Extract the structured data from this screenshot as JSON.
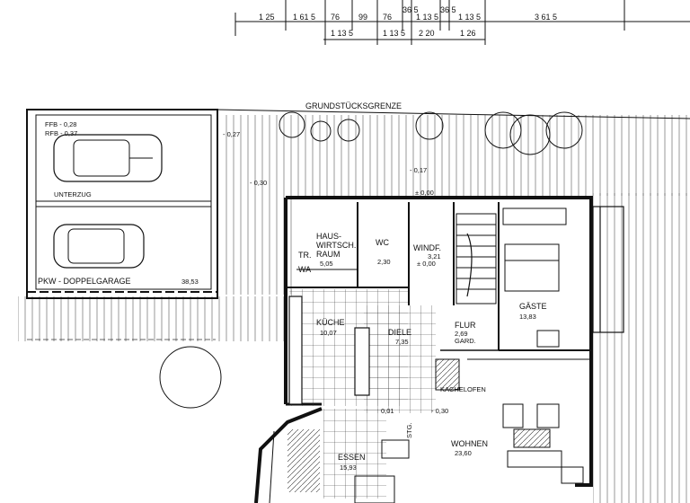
{
  "dimensions": {
    "top": [
      "1 25",
      "1 61 5",
      "76",
      "99",
      "76",
      "36 5",
      "1 13 5",
      "36 5",
      "1 13 5",
      "3 61 5"
    ],
    "bottom": [
      "1 13 5",
      "1 13 5",
      "2 20",
      "1 26"
    ]
  },
  "boundary": "GRUNDSTÜCKSGRENZE",
  "garage": {
    "ffb": "FFB - 0,28",
    "rfb": "RFB - 0,37",
    "beam": "UNTERZUG",
    "name": "PKW - DOPPELGARAGE",
    "area": "38,53"
  },
  "levels": {
    "garage_side": "- 0,27",
    "terrace": "- 0,30",
    "entry": "- 0,17",
    "entry_zero": "± 0,00",
    "windf_zero": "± 0,00",
    "living": "- 0,30",
    "dining": "0,01"
  },
  "rooms": {
    "hauswirtsch": [
      "HAUS-",
      "WIRTSCH.",
      "RAUM",
      "5,05"
    ],
    "tr": "TR.",
    "wa": "WA",
    "wc": "WC",
    "wc_area": "2,30",
    "windf": "WINDF.",
    "windf_area": "3,21",
    "kueche": "KÜCHE",
    "kueche_area": "10,07",
    "diele": "DIELE",
    "diele_area": "7,35",
    "flur": "FLUR",
    "flur_area": "2,69",
    "gard": "GARD.",
    "gaeste": "GÄSTE",
    "gaeste_area": "13,83",
    "kachelofen": "KACHELOFEN",
    "wohnen": "WOHNEN",
    "wohnen_area": "23,60",
    "essen": "ESSEN",
    "essen_area": "15,93",
    "stg": "STG."
  }
}
